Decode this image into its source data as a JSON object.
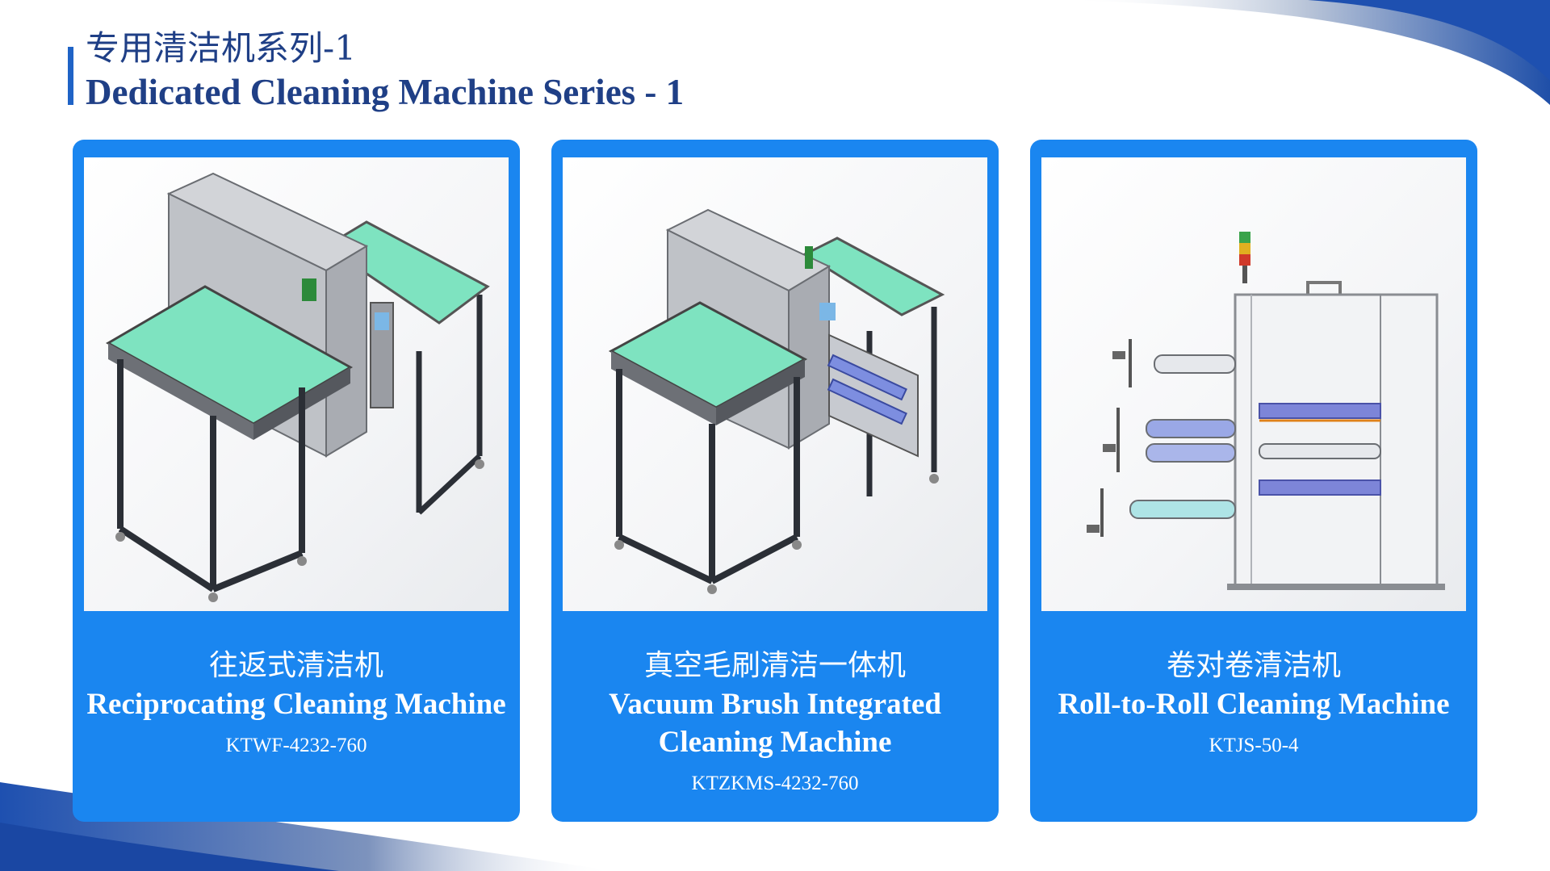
{
  "page": {
    "title_zh": "专用清洁机系列-1",
    "title_en": "Dedicated Cleaning Machine Series - 1"
  },
  "colors": {
    "card_blue": "#1a86f0",
    "title_navy": "#1f3f86",
    "accent_blue": "#1f63c6",
    "belt_green": "#7ee3c0"
  },
  "cards": [
    {
      "name_zh": "往返式清洁机",
      "name_en": "Reciprocating Cleaning Machine",
      "model": "KTWF-4232-760",
      "image": "reciprocating-cleaning-machine-render"
    },
    {
      "name_zh": "真空毛刷清洁一体机",
      "name_en": "Vacuum Brush Integrated Cleaning Machine",
      "model": "KTZKMS-4232-760",
      "image": "vacuum-brush-cleaning-machine-render"
    },
    {
      "name_zh": "卷对卷清洁机",
      "name_en": "Roll-to-Roll Cleaning Machine",
      "model": "KTJS-50-4",
      "image": "roll-to-roll-cleaning-machine-render"
    }
  ]
}
